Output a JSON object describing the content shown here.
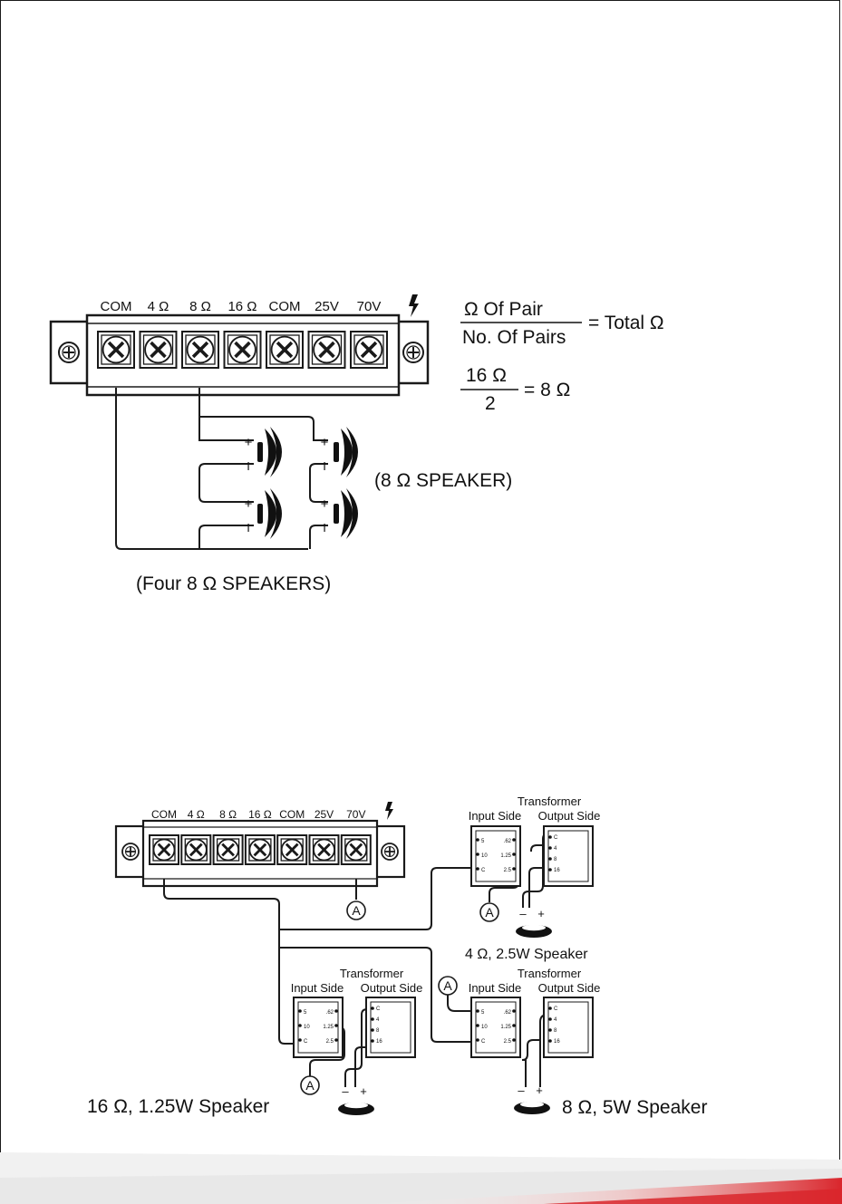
{
  "diagram1": {
    "terminals": [
      "COM",
      "4 Ω",
      "8 Ω",
      "16 Ω",
      "COM",
      "25V",
      "70V"
    ],
    "formula_numerator": "Ω  Of Pair",
    "formula_denominator": "No. Of Pairs",
    "formula_result": "= Total Ω",
    "example_numerator": "16  Ω",
    "example_denominator": "2",
    "example_result": "= 8 Ω",
    "speaker_label": "(8 Ω  SPEAKER)",
    "caption": "(Four 8 Ω  SPEAKERS)",
    "plus": "+",
    "minus": "I"
  },
  "diagram2": {
    "terminals": [
      "COM",
      "4 Ω",
      "8 Ω",
      "16 Ω",
      "COM",
      "25V",
      "70V"
    ],
    "transformer_title": "Transformer",
    "input_side": "Input Side",
    "output_side": "Output Side",
    "input_taps": [
      "5",
      "10",
      "C"
    ],
    "input_watts": [
      ".62",
      "1.25",
      "2.5"
    ],
    "output_taps": [
      "C",
      "4",
      "8",
      "16"
    ],
    "marker": "A",
    "speaker_top": "4 Ω, 2.5W Speaker",
    "speaker_left": "16 Ω, 1.25W Speaker",
    "speaker_right": "8 Ω, 5W Speaker",
    "minus": "–",
    "plus": "+"
  },
  "colors": {
    "line": "#1a1a1a",
    "footer_accent": "#d9262c",
    "footer_grey": "#e6e6e6"
  }
}
